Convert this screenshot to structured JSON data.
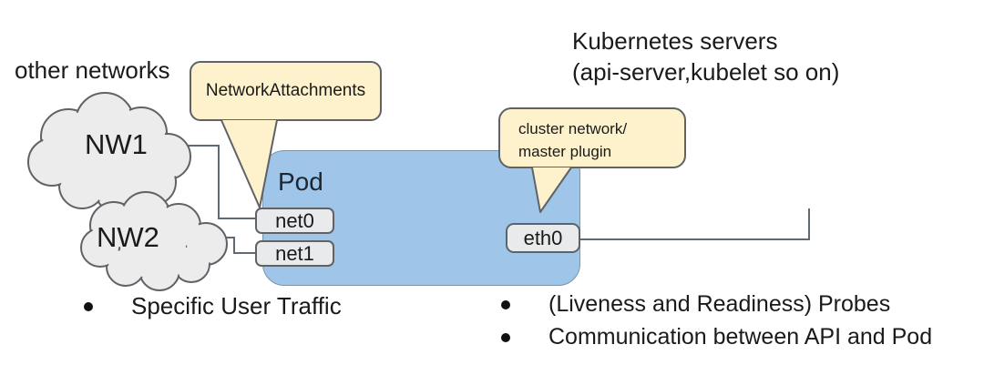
{
  "labels": {
    "other_networks": "other networks",
    "kubernetes_servers": [
      "Kubernetes servers",
      "(api-server,kubelet so on)"
    ]
  },
  "clouds": [
    {
      "label": "NW1"
    },
    {
      "label": "NW2"
    }
  ],
  "pod": {
    "label": "Pod",
    "interfaces": [
      {
        "name": "net0"
      },
      {
        "name": "net1"
      },
      {
        "name": "eth0"
      }
    ]
  },
  "callouts": {
    "network_attachments": {
      "text": "NetworkAttachments"
    },
    "cluster_network": {
      "lines": [
        "cluster network/",
        "master plugin"
      ]
    }
  },
  "bullets": {
    "left": [
      {
        "text": "Specific User Traffic"
      }
    ],
    "right": [
      {
        "text": "(Liveness and Readiness) Probes"
      },
      {
        "text": "Communication between API and Pod"
      }
    ]
  },
  "colors": {
    "pod_fill": "#9fc5e8",
    "callout_fill": "#fdf2cc",
    "interface_fill": "#e9eaeb",
    "cloud_fill": "#ececec",
    "outline": "#5f6368",
    "text": "#1a1a1a"
  }
}
